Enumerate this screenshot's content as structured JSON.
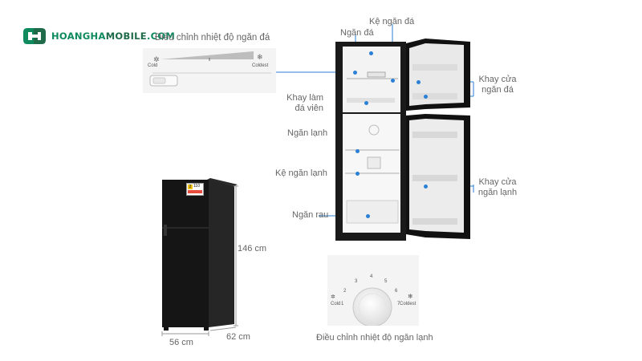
{
  "brand": {
    "part1": "HOANGHA",
    "part2": "MOBILE",
    "part3": ".COM"
  },
  "freezer_control": {
    "title": "Điều chỉnh nhiệt độ ngăn đá",
    "cold": "Cold",
    "coldest": "Coldest"
  },
  "fridge_control": {
    "title": "Điều chỉnh nhiệt độ ngăn lạnh",
    "cold": "Cold",
    "coldest": "Coldest",
    "numbers": [
      "1",
      "2",
      "3",
      "4",
      "5",
      "6",
      "7"
    ]
  },
  "labels": {
    "ngan_da": "Ngăn đá",
    "ke_ngan_da": "Kệ ngăn đá",
    "khay_lam_da_1": "Khay làm",
    "khay_lam_da_2": "đá viên",
    "ngan_lanh": "Ngăn lạnh",
    "ke_ngan_lanh": "Kệ ngăn lạnh",
    "ngan_rau": "Ngăn rau",
    "khay_cua_da_1": "Khay cửa",
    "khay_cua_da_2": "ngăn đá",
    "khay_cua_lanh_1": "Khay cửa",
    "khay_cua_lanh_2": "ngăn lạnh"
  },
  "dimensions": {
    "height": "146 cm",
    "width": "56 cm",
    "depth": "62 cm"
  },
  "energy_label": {
    "stars": "2",
    "value": "110"
  },
  "colors": {
    "accent": "#2a7fd6",
    "brand": "#0f8a5f",
    "fridge": "#161616"
  }
}
